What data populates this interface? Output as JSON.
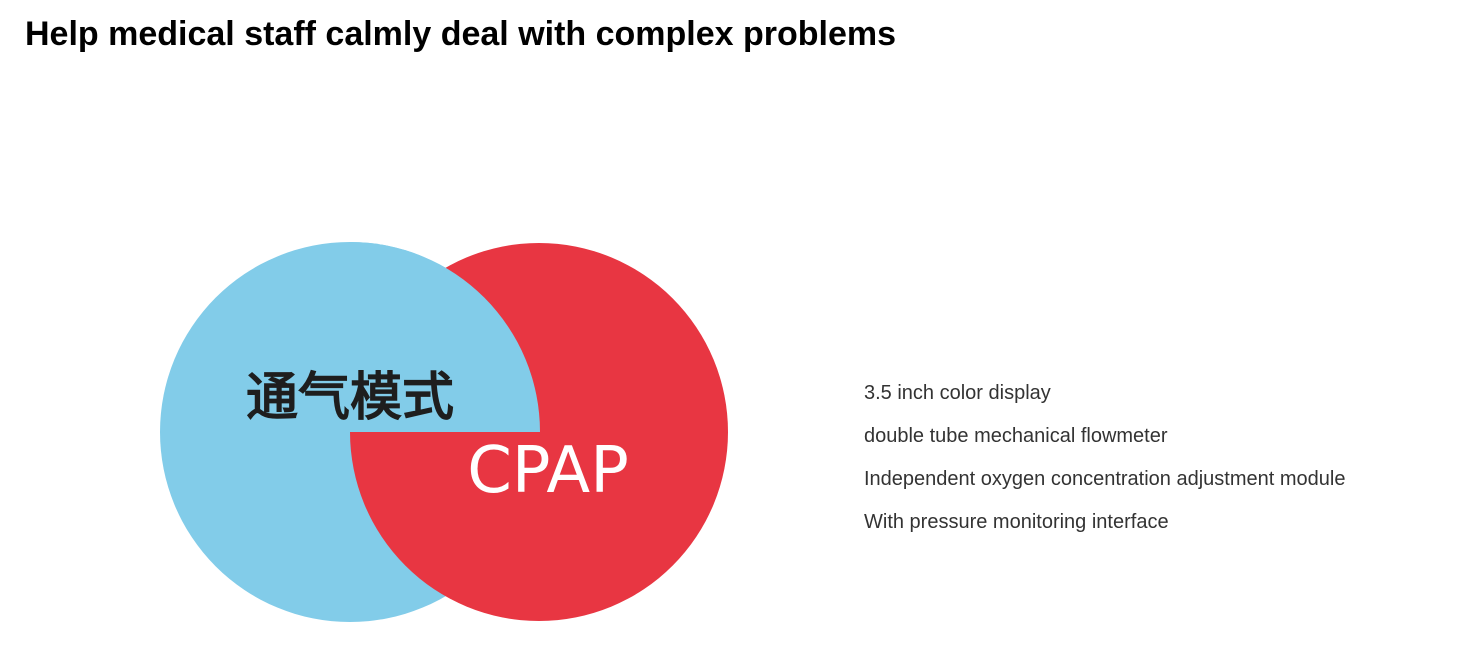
{
  "header": {
    "title": "Help medical staff calmly deal with complex problems"
  },
  "graphic": {
    "mode_label": "通气模式",
    "mode_value": "CPAP",
    "colors": {
      "blue_circle": "#82CCE9",
      "red_circle": "#E83642",
      "mode_label_text": "#1E1E1E",
      "mode_value_text": "#FFFFFF"
    }
  },
  "features": [
    "3.5 inch color display",
    "double tube mechanical flowmeter",
    "Independent oxygen concentration adjustment module",
    "With pressure monitoring interface"
  ]
}
